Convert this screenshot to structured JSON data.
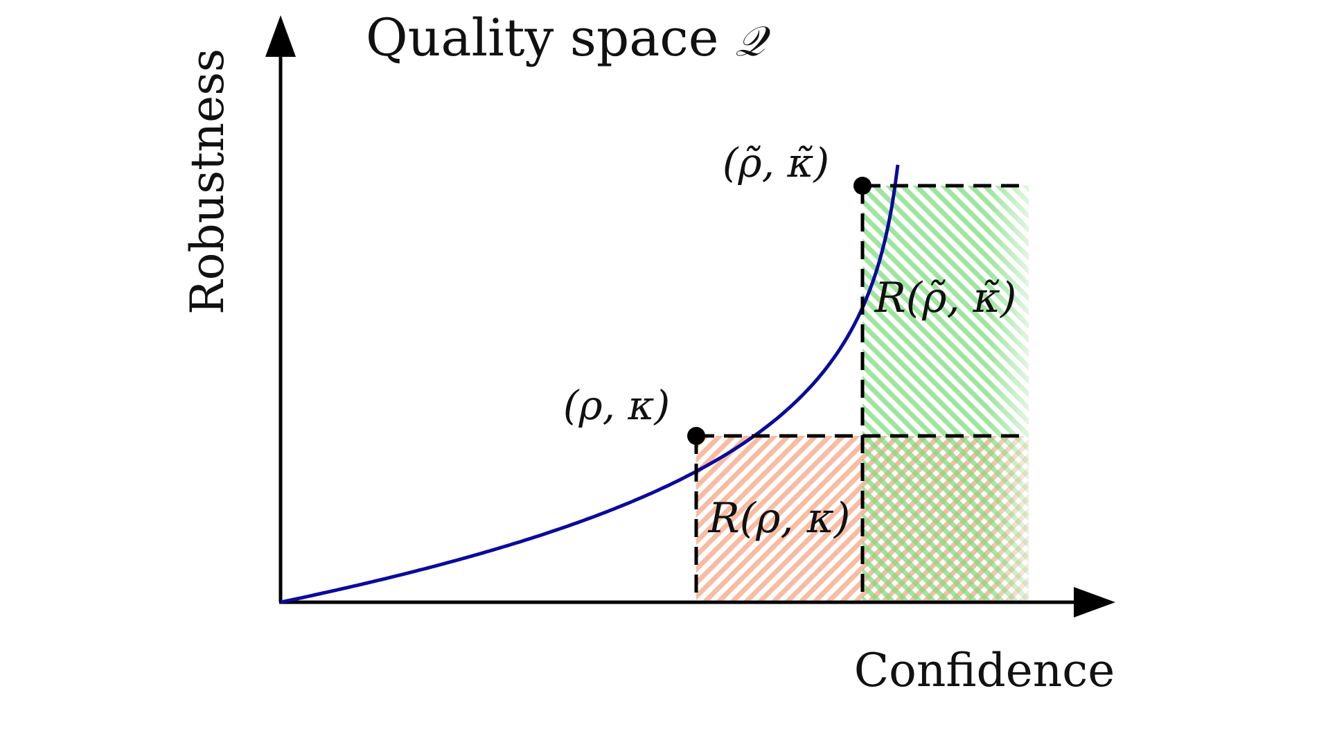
{
  "title": "Quality space",
  "title_symbol": "𝒬",
  "x_axis_label": "Confidence",
  "y_axis_label": "Robustness",
  "points": [
    {
      "label": "(ρ, κ)"
    },
    {
      "label": "(ρ̃, κ̃)"
    }
  ],
  "regions": [
    {
      "label": "R(ρ, κ)",
      "color": "#f4a582"
    },
    {
      "label": "R(ρ̃, κ̃)",
      "color": "#7fdc7f"
    }
  ],
  "colors": {
    "curve": "#0a0a9c",
    "axes": "#000000",
    "dashes": "#000000"
  }
}
